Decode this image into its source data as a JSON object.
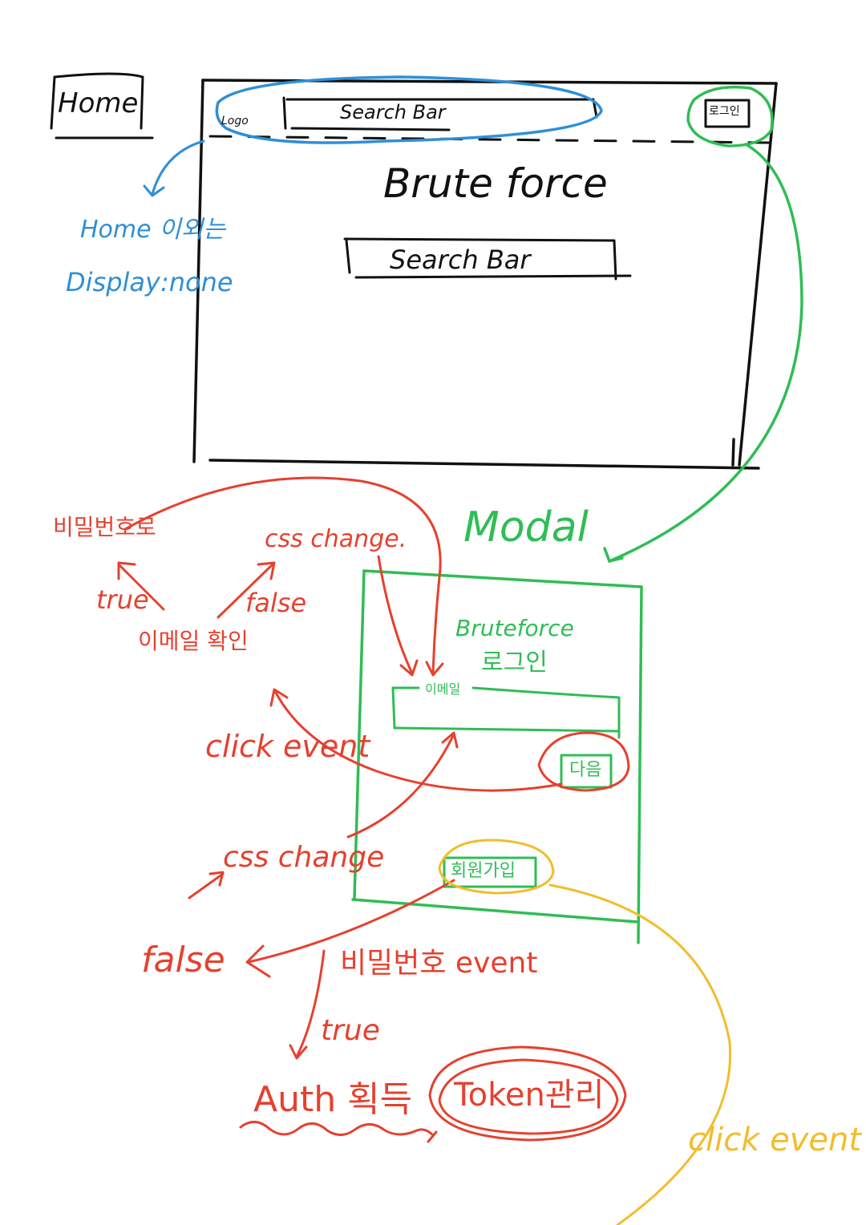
{
  "colors": {
    "ink": "#111111",
    "blue": "#2f8fd6",
    "green": "#2fbd55",
    "red": "#e5412f",
    "yellow": "#f2bd2c"
  },
  "home": {
    "label": "Home",
    "header_logo": "Logo",
    "header_search": "Search Bar",
    "login_button": "로그인",
    "main_title": "Brute force",
    "main_search": "Search Bar"
  },
  "notes": {
    "home_except_line1": "Home 이외는",
    "home_except_line2": "Display:none",
    "password_input": "비밀번호로",
    "true_1": "true",
    "false_1": "false",
    "css_change_1": "css change.",
    "email_check": "이메일 확인",
    "click_event_1": "click event",
    "css_change_2": "css change",
    "false_2": "false",
    "password_event": "비밀번호 event",
    "true_2": "true",
    "auth": "Auth 획득",
    "token": "Token관리",
    "click_event_2": "click event"
  },
  "modal": {
    "label": "Modal",
    "brand": "Bruteforce",
    "title": "로그인",
    "email_label": "이메일",
    "next_button": "다음",
    "signup_button": "회원가입"
  }
}
